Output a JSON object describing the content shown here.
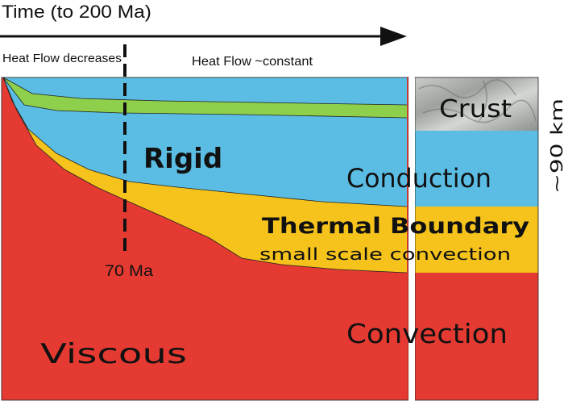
{
  "title": {
    "time_axis": "Time (to 200 Ma)"
  },
  "annotations": {
    "heat_flow_early": "Heat Flow decreases",
    "heat_flow_late": "Heat Flow ~constant",
    "age_marker": "70 Ma",
    "depth": "~90 km"
  },
  "layers": {
    "rigid": "Rigid",
    "viscous": "Viscous",
    "crust": "Crust",
    "conduction": "Conduction",
    "thermal_boundary": "Thermal Boundary",
    "small_scale": "small scale convection",
    "convection": "Convection"
  },
  "colors": {
    "rigid_layer": "#5bbde3",
    "crust_band": "#8ed04b",
    "thermal_boundary": "#f5c31b",
    "viscous_mantle": "#e43a32",
    "crust_texture": "#b9bdb9",
    "text": "#111111"
  }
}
